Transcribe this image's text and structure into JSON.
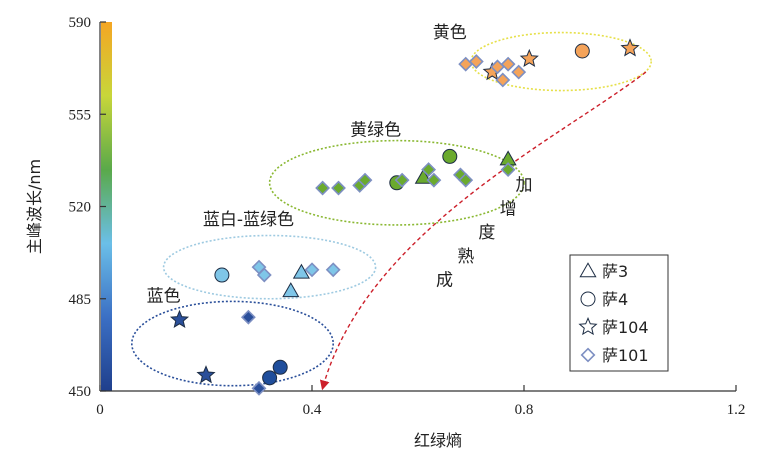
{
  "chart_data": {
    "type": "scatter",
    "xlabel": "红绿熵",
    "ylabel": "主峰波长/nm",
    "xlim": [
      0,
      1.2
    ],
    "ylim": [
      450,
      590
    ],
    "xticks": [
      0,
      0.4,
      0.8,
      1.2
    ],
    "yticks": [
      450,
      485,
      520,
      555,
      590
    ],
    "xtick_labels": [
      "0",
      "0.4",
      "0.8",
      "1.2"
    ],
    "ytick_labels": [
      "450",
      "485",
      "520",
      "555",
      "590"
    ],
    "grid": false,
    "legend_position": "bottom-right",
    "colorbar": {
      "range": [
        450,
        590
      ],
      "colors": [
        "#1f3f8c",
        "#3b6fc4",
        "#6bbfe8",
        "#5aa94a",
        "#c8d63a",
        "#f5a623"
      ]
    },
    "groups": [
      {
        "label": "黄色",
        "cx": 0.87,
        "cy": 575,
        "rx": 0.17,
        "ry": 11,
        "color": "#e6e04a"
      },
      {
        "label": "黄绿色",
        "cx": 0.56,
        "cy": 529,
        "rx": 0.24,
        "ry": 16,
        "color": "#8ab832"
      },
      {
        "label": "蓝白-蓝绿色",
        "cx": 0.32,
        "cy": 497,
        "rx": 0.2,
        "ry": 12,
        "color": "#9ecae1"
      },
      {
        "label": "蓝色",
        "cx": 0.25,
        "cy": 468,
        "rx": 0.19,
        "ry": 16,
        "color": "#2a4f9a"
      }
    ],
    "arrow_text": [
      "加",
      "增",
      "度",
      "熟",
      "成"
    ],
    "series": [
      {
        "name": "萨3",
        "marker": "triangle",
        "points": [
          {
            "x": 0.77,
            "y": 538,
            "color": "#6aaa2e"
          },
          {
            "x": 0.61,
            "y": 531,
            "color": "#6aaa2e"
          },
          {
            "x": 0.38,
            "y": 495,
            "color": "#7fc6e8"
          },
          {
            "x": 0.36,
            "y": 488,
            "color": "#7fc6e8"
          }
        ]
      },
      {
        "name": "萨4",
        "marker": "circle",
        "points": [
          {
            "x": 0.91,
            "y": 579,
            "color": "#f4a35a"
          },
          {
            "x": 0.66,
            "y": 539,
            "color": "#6aaa2e"
          },
          {
            "x": 0.56,
            "y": 529,
            "color": "#6aaa2e"
          },
          {
            "x": 0.23,
            "y": 494,
            "color": "#7fc6e8"
          },
          {
            "x": 0.34,
            "y": 459,
            "color": "#1f4e9c"
          },
          {
            "x": 0.32,
            "y": 455,
            "color": "#1f4e9c"
          }
        ]
      },
      {
        "name": "萨104",
        "marker": "star",
        "points": [
          {
            "x": 1.0,
            "y": 580,
            "color": "#f4a35a"
          },
          {
            "x": 0.81,
            "y": 576,
            "color": "#f4a35a"
          },
          {
            "x": 0.74,
            "y": 571,
            "color": "#f4a35a"
          },
          {
            "x": 0.15,
            "y": 477,
            "color": "#2a4f9a"
          },
          {
            "x": 0.2,
            "y": 456,
            "color": "#2a4f9a"
          }
        ]
      },
      {
        "name": "萨101",
        "marker": "diamond",
        "points": [
          {
            "x": 0.69,
            "y": 574,
            "color": "#f4a35a"
          },
          {
            "x": 0.71,
            "y": 575,
            "color": "#f4a35a"
          },
          {
            "x": 0.75,
            "y": 573,
            "color": "#f4a35a"
          },
          {
            "x": 0.77,
            "y": 574,
            "color": "#f4a35a"
          },
          {
            "x": 0.79,
            "y": 571,
            "color": "#f4a35a"
          },
          {
            "x": 0.76,
            "y": 568,
            "color": "#f4a35a"
          },
          {
            "x": 0.42,
            "y": 527,
            "color": "#6aaa2e"
          },
          {
            "x": 0.45,
            "y": 527,
            "color": "#6aaa2e"
          },
          {
            "x": 0.49,
            "y": 528,
            "color": "#6aaa2e"
          },
          {
            "x": 0.5,
            "y": 530,
            "color": "#6aaa2e"
          },
          {
            "x": 0.57,
            "y": 530,
            "color": "#6aaa2e"
          },
          {
            "x": 0.62,
            "y": 534,
            "color": "#6aaa2e"
          },
          {
            "x": 0.63,
            "y": 530,
            "color": "#6aaa2e"
          },
          {
            "x": 0.68,
            "y": 532,
            "color": "#6aaa2e"
          },
          {
            "x": 0.69,
            "y": 530,
            "color": "#6aaa2e"
          },
          {
            "x": 0.77,
            "y": 534,
            "color": "#6aaa2e"
          },
          {
            "x": 0.3,
            "y": 497,
            "color": "#7fc6e8"
          },
          {
            "x": 0.31,
            "y": 494,
            "color": "#7fc6e8"
          },
          {
            "x": 0.4,
            "y": 496,
            "color": "#7fc6e8"
          },
          {
            "x": 0.44,
            "y": 496,
            "color": "#7fc6e8"
          },
          {
            "x": 0.28,
            "y": 478,
            "color": "#2a4f9a"
          },
          {
            "x": 0.3,
            "y": 451,
            "color": "#2a4f9a"
          }
        ]
      }
    ]
  }
}
